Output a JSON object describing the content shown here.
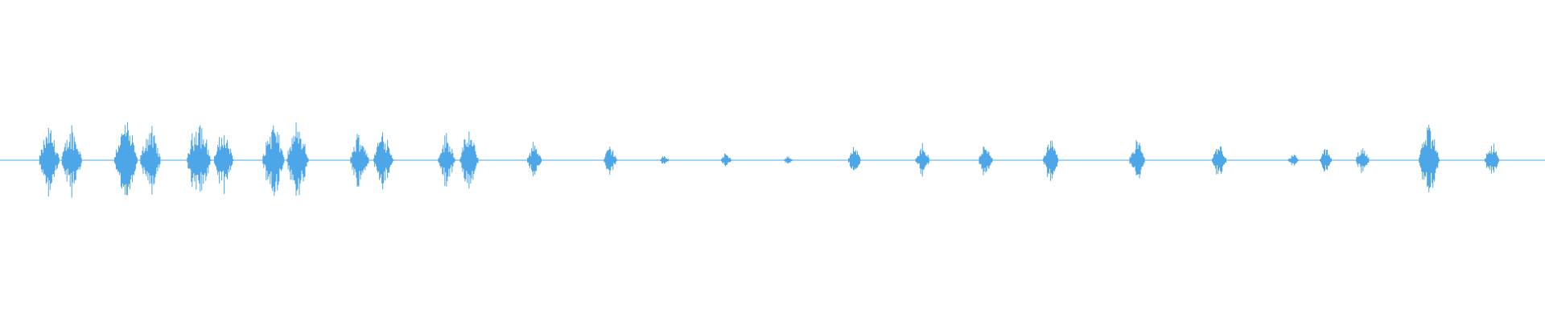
{
  "waveform": {
    "color": "#4da6e8",
    "background": "#ffffff",
    "bursts": [
      {
        "t": 0.0319,
        "a": 0.22
      },
      {
        "t": 0.0464,
        "a": 0.22
      },
      {
        "t": 0.0813,
        "a": 0.27
      },
      {
        "t": 0.0973,
        "a": 0.22
      },
      {
        "t": 0.1286,
        "a": 0.28
      },
      {
        "t": 0.1447,
        "a": 0.2
      },
      {
        "t": 0.177,
        "a": 0.25
      },
      {
        "t": 0.1925,
        "a": 0.24
      },
      {
        "t": 0.2327,
        "a": 0.19
      },
      {
        "t": 0.248,
        "a": 0.21
      },
      {
        "t": 0.289,
        "a": 0.17
      },
      {
        "t": 0.3035,
        "a": 0.19
      },
      {
        "t": 0.3458,
        "a": 0.12
      },
      {
        "t": 0.395,
        "a": 0.1
      },
      {
        "t": 0.43,
        "a": 0.03
      },
      {
        "t": 0.47,
        "a": 0.05
      },
      {
        "t": 0.51,
        "a": 0.03
      },
      {
        "t": 0.553,
        "a": 0.09
      },
      {
        "t": 0.597,
        "a": 0.11
      },
      {
        "t": 0.638,
        "a": 0.11
      },
      {
        "t": 0.68,
        "a": 0.14
      },
      {
        "t": 0.736,
        "a": 0.14
      },
      {
        "t": 0.789,
        "a": 0.12
      },
      {
        "t": 0.837,
        "a": 0.05
      },
      {
        "t": 0.858,
        "a": 0.08
      },
      {
        "t": 0.882,
        "a": 0.1
      },
      {
        "t": 0.925,
        "a": 0.23
      },
      {
        "t": 0.9655,
        "a": 0.12
      }
    ]
  }
}
